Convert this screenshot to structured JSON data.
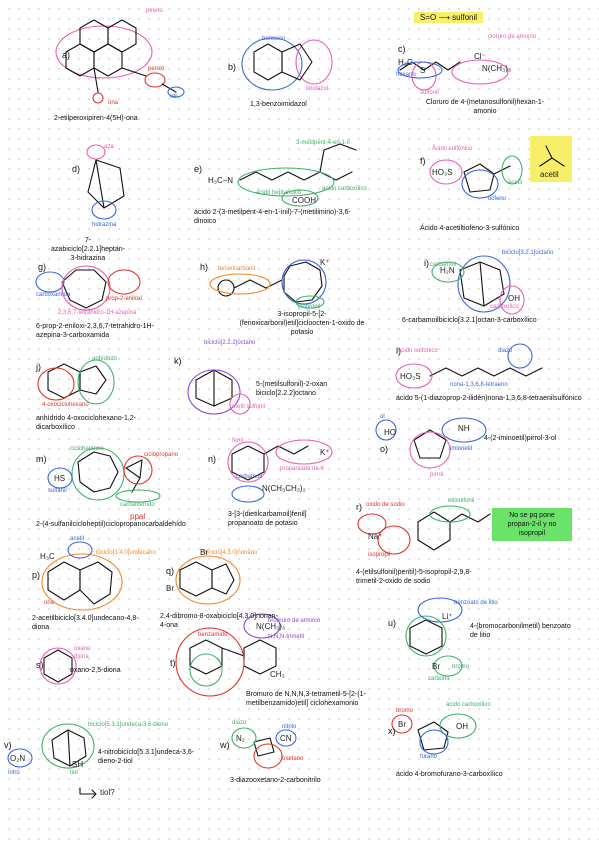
{
  "colors": {
    "pink": "#e85fb0",
    "blue": "#3a67d8",
    "green": "#3fb06a",
    "red": "#e0342c",
    "orange": "#f08a24",
    "purple": "#8a4cd0",
    "teal": "#2aaec0",
    "yellow": "#f7ef6a",
    "mint": "#6be36b"
  },
  "header": {
    "label": "S=O ⟶ sulfonil"
  },
  "entries": [
    {
      "letter": "a)",
      "name": "2-etilperoxipiren-4(5H)-ona",
      "tags": [
        "pireno",
        "peroxi",
        "etil",
        "ona"
      ]
    },
    {
      "letter": "b)",
      "name": "1,3-benzoimidazol",
      "tags": [
        "benceno",
        "imidazol"
      ]
    },
    {
      "letter": "c)",
      "name": "Cloruro de 4-(metanosulfonil)hexan-1-amonio",
      "tags": [
        "cloruro de amonio",
        "hexano",
        "sulfonil"
      ]
    },
    {
      "letter": "d)",
      "name": "7-azabiciclo[2.2.1]heptán-3-hidrazina",
      "tags": [
        "aza",
        "hidrazina"
      ]
    },
    {
      "letter": "e)",
      "name": "ácido 2-(3-metilpent-4-en-1-inil)-7-(metilimino)-3,6-dinoico",
      "tags": [
        "3-metilpent-4-en-1-il",
        "ácido heptanoico",
        "ácido carboxílico"
      ]
    },
    {
      "letter": "f)",
      "name": "Ácido 4-acetiltiofeno-3-sulfónico",
      "tags": [
        "Ácido sulfónico",
        "acetil",
        "tiofeno"
      ]
    },
    {
      "letter": "g)",
      "name": "6-prop-2-eniloxi-2,3,6,7-tetrahidro-1H-azepina-3-carboxamida",
      "tags": [
        "carboxamida",
        "prop-2-eniloxi",
        "2,3,6,7-tetrahidro-1H-azepina"
      ]
    },
    {
      "letter": "h)",
      "name": "3-isopropil-5-[2-(fenoxicarbonil)etil]cicloocten-1-oxido de potasio",
      "tags": [
        "fenoxicarbonil",
        "isopropil"
      ]
    },
    {
      "letter": "i)",
      "name": "6-carbamoilbiciclo[3.2.1]octan-3-carboxílico",
      "tags": [
        "biciclo[3.2.1]octano",
        "carboxílico",
        "carbamoil"
      ]
    },
    {
      "letter": "j)",
      "name": "anhídrido 4-oxociclohexano-1,2-dicarboxílico",
      "tags": [
        "anhídrido",
        "4-oxociclohexano"
      ]
    },
    {
      "letter": "k)",
      "name": "5-(metilsulfonil)-2-oxan biciclo[2.2.2]octano",
      "tags": [
        "biciclo[2.2.2]octano",
        "metil sulfonil"
      ]
    },
    {
      "letter": "l)",
      "name": "ácido 5-(1-diazoprop-2-ilidén)nona-1,3,6,8-tetraenilsulfónico",
      "tags": [
        "ácido sulfónico",
        "diazo",
        "nona-1,3,6,8-tetraeno"
      ]
    },
    {
      "letter": "m)",
      "name": "2-(4-sulfanilcicloheptil)ciclopropanocarbaldehído",
      "tags": [
        "cicloheptano",
        "ciclopropano",
        "sulfanil",
        "carbaldehído",
        "ppal"
      ]
    },
    {
      "letter": "n)",
      "name": "3-[3-(dietilcarbamoil)fenil] propanoato de potasio",
      "tags": [
        "fenil",
        "propanoato de K",
        "carbamoil"
      ]
    },
    {
      "letter": "o)",
      "name": "4-(2-iminoetil)pirrol-3-ol",
      "tags": [
        "ol",
        "iminoetil",
        "pirrol"
      ]
    },
    {
      "letter": "p)",
      "name": "2-acetilbiciclo[3.4.0]undecano-4,8-diona",
      "tags": [
        "acetil",
        "biciclo[3.4.0]undecano",
        "ona"
      ]
    },
    {
      "letter": "q)",
      "name": "2,4-dibromo-8-oxabiciclo[4.3.0]nonan-4-ona",
      "tags": [
        "biciclo[4.3.0]nonano"
      ]
    },
    {
      "letter": "r)",
      "name": "4-(etilsulfonil)pentil)-5-isopropil-2,9,8-trimetil-2-oxido de sodio",
      "tags": [
        "oxido de sodio",
        "isopropil",
        "etilsulfonil"
      ]
    },
    {
      "letter": "s)",
      "name": "oxano-2,5-diona",
      "tags": [
        "oxano",
        "diona"
      ]
    },
    {
      "letter": "t)",
      "name": "Bromuro de N,N,N,3-tetrametil-5-[2-(1-metilbenzamido)etil] ciclohexamonio",
      "tags": [
        "benzamido",
        "N,N,N-trimetil",
        "bromuro de amonio"
      ]
    },
    {
      "letter": "u)",
      "name": "4-(bromocarbonilmetil) benzoato de litio",
      "tags": [
        "benzoato de litio",
        "bromo",
        "carbonil"
      ]
    },
    {
      "letter": "v)",
      "name": "4-nitrobiciclo[5.3.1]undeca-3,6-dieno-2-tiol",
      "tags": [
        "biciclo[5.3.1]undeca-3,6-dieno",
        "nitro",
        "tiol"
      ]
    },
    {
      "letter": "w)",
      "name": "3-diazooxetano-2-carbonitrilo",
      "tags": [
        "diazo",
        "nitrilo",
        "oxetano"
      ]
    },
    {
      "letter": "x)",
      "name": "ácido 4-bromofurano-3-carboxílico",
      "tags": [
        "bromo",
        "ácido carboxílico",
        "furano"
      ]
    }
  ],
  "acetil_box": "acetil",
  "note_box": "No se pq pone propan-2-il y no isopropil",
  "tiol_note": "tiol?",
  "formula_text": {
    "h3c": "H₃C",
    "hetano": "hexano",
    "cl": "Cl⁻",
    "nch3": "N(CH₃)₃",
    "ho3s": "HO₃S",
    "h2n": "H₂N",
    "cooh": "COOH",
    "oh": "OH",
    "h3cn": "H₃C–N",
    "hs": "HS",
    "o2n": "O₂N",
    "sh": "SH",
    "br": "Br",
    "cn": "CN",
    "n2": "N₂",
    "nh": "NH",
    "ho": "HO",
    "k": "K⁺",
    "li": "Li⁺",
    "na": "Na⁺",
    "nch3ch2": "N(CH₃CH₂)₂",
    "n_ch3_3": "N(CH₃)₃",
    "ch3": "CH₃",
    "s": "S"
  }
}
